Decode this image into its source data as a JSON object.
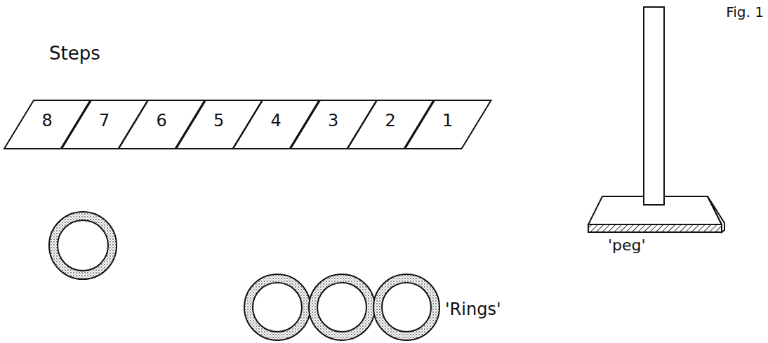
{
  "diagram": {
    "nodes": [
      {
        "text": [
          "8"
        ]
      },
      {
        "text": [
          "7"
        ]
      },
      {
        "text": [
          "6"
        ]
      },
      {
        "text": [
          "5"
        ]
      },
      {
        "text": [
          "4"
        ]
      },
      {
        "text": [
          "3"
        ]
      },
      {
        "text": [
          "2"
        ]
      },
      {
        "text": [
          "1"
        ]
      }
    ],
    "labels": [
      "Fig. 1",
      "Steps",
      "'peg'",
      "'Rings'"
    ]
  }
}
